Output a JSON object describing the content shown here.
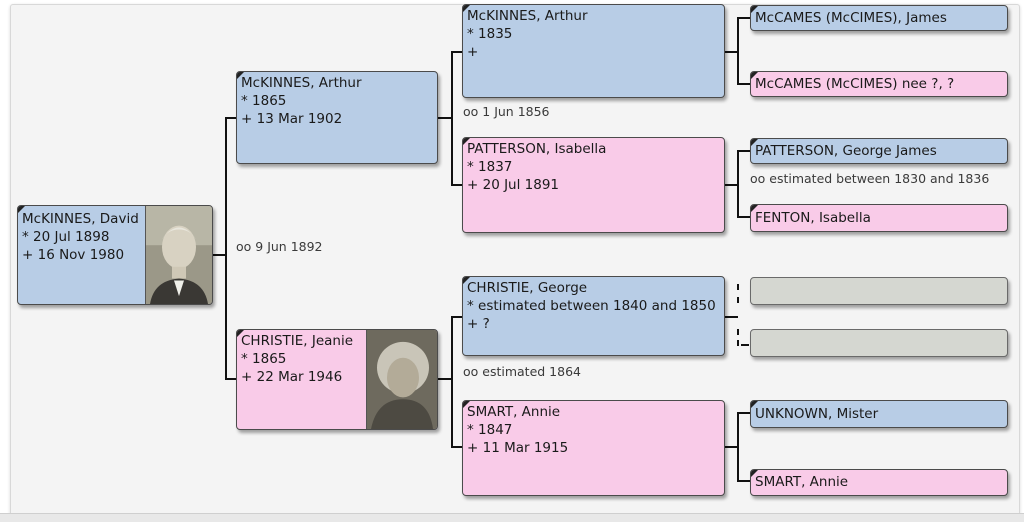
{
  "root": {
    "name": "McKINNES, David",
    "birth": "* 20 Jul 1898",
    "death": "+ 16 Nov 1980"
  },
  "parents": {
    "father": {
      "name": "McKINNES, Arthur",
      "birth": "* 1865",
      "death": "+ 13 Mar 1902"
    },
    "mother": {
      "name": "CHRISTIE, Jeanie",
      "birth": "* 1865",
      "death": "+ 22 Mar 1946"
    },
    "marriage": "oo 9 Jun 1892"
  },
  "grandparents": {
    "paternal_grandfather": {
      "name": "McKINNES, Arthur",
      "birth": "* 1835",
      "death": "+"
    },
    "paternal_grandmother": {
      "name": "PATTERSON, Isabella",
      "birth": "* 1837",
      "death": "+ 20 Jul 1891"
    },
    "paternal_marriage": "oo 1 Jun 1856",
    "maternal_grandfather": {
      "name": "CHRISTIE, George",
      "birth": "* estimated between 1840 and 1850",
      "death": "+ ?"
    },
    "maternal_grandmother": {
      "name": "SMART, Annie",
      "birth": "* 1847",
      "death": "+ 11 Mar 1915"
    },
    "maternal_marriage": "oo estimated 1864"
  },
  "great_grandparents": {
    "ggf1": "McCAMES (McCIMES), James",
    "ggm1": "McCAMES (McCIMES) nee ?, ?",
    "ggf2": "PATTERSON, George James",
    "ggm2": "FENTON, Isabella",
    "marriage2": "oo estimated between 1830 and 1836",
    "ggf4": "UNKNOWN, Mister",
    "ggm4": "SMART, Annie"
  },
  "colors": {
    "male": "#b8cde6",
    "female": "#f9cbe8",
    "empty": "#d5d7d1"
  }
}
